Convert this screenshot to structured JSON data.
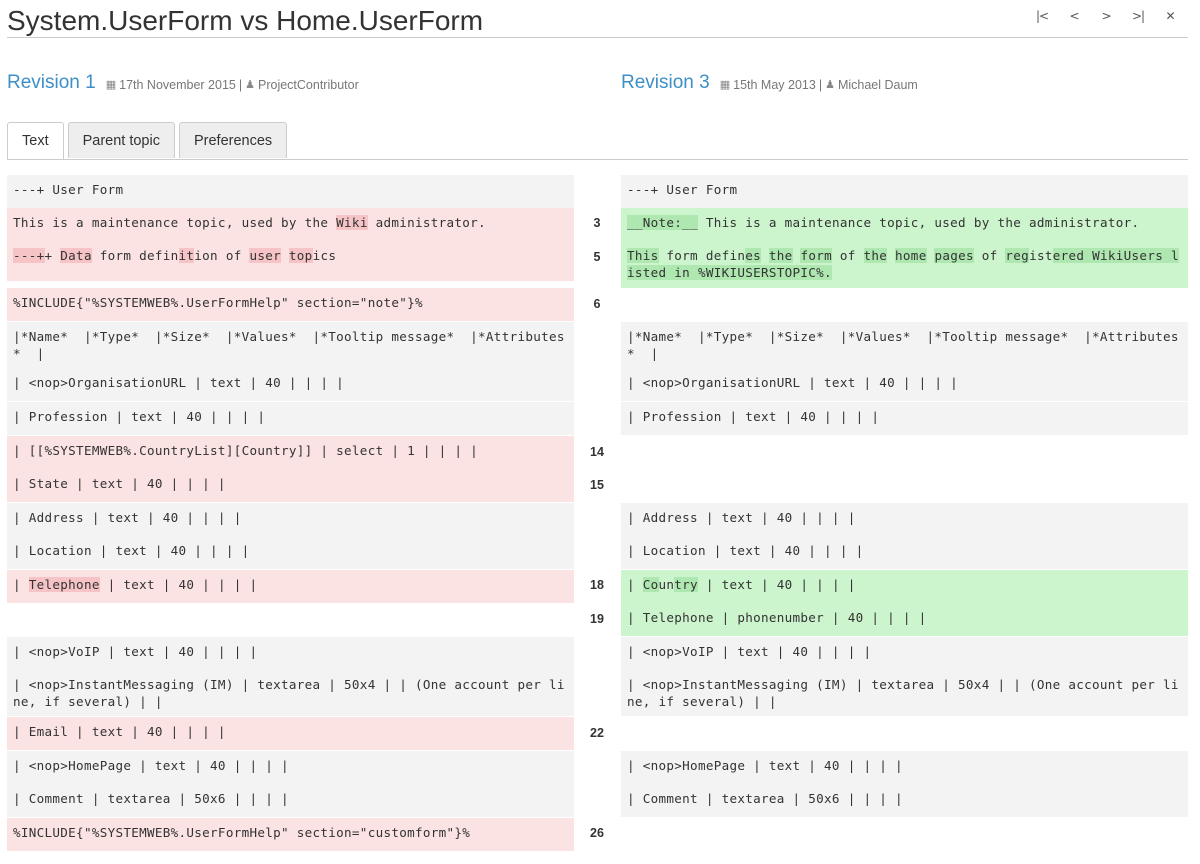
{
  "header": {
    "title": "System.UserForm vs Home.UserForm",
    "nav": [
      "|<",
      "<",
      ">",
      ">|",
      "✕"
    ]
  },
  "left_revision": {
    "label": "Revision 1",
    "date": "17th November 2015",
    "sep": "|",
    "author": "ProjectContributor"
  },
  "right_revision": {
    "label": "Revision 3",
    "date": "15th May 2013",
    "sep": "|",
    "author": "Michael Daum"
  },
  "tabs": [
    {
      "label": "Text",
      "active": true
    },
    {
      "label": "Parent topic",
      "active": false
    },
    {
      "label": "Preferences",
      "active": false
    }
  ],
  "diff": {
    "left": [
      {
        "type": "neutral",
        "parts": [
          [
            "---+ User Form",
            ""
          ]
        ]
      },
      {
        "type": "del",
        "parts": [
          [
            "This is a maintenance topic, used by the ",
            ""
          ],
          [
            "Wiki",
            "hl"
          ],
          [
            " administrator.",
            ""
          ]
        ]
      },
      {
        "type": "del",
        "parts": [
          [
            "---+",
            "hl"
          ],
          [
            "+ ",
            ""
          ],
          [
            "Data",
            "hl"
          ],
          [
            " form defin",
            ""
          ],
          [
            "it",
            "hl"
          ],
          [
            "ion of ",
            ""
          ],
          [
            "user",
            "hl"
          ],
          [
            " ",
            ""
          ],
          [
            "top",
            "hl"
          ],
          [
            "ics",
            ""
          ]
        ]
      },
      {
        "type": "del",
        "parts": [
          [
            "%INCLUDE{\"%SYSTEMWEB%.UserFormHelp\" section=\"note\"}%",
            ""
          ]
        ]
      },
      {
        "type": "neutral",
        "parts": [
          [
            "|*Name*  |*Type*  |*Size*  |*Values*  |*Tooltip message*  |*Attributes*  |",
            ""
          ]
        ]
      },
      {
        "type": "neutral",
        "parts": [
          [
            "| <nop>OrganisationURL | text | 40 | | | |",
            ""
          ]
        ]
      },
      {
        "type": "neutral",
        "parts": [
          [
            "| Profession | text | 40 | | | |",
            ""
          ]
        ]
      },
      {
        "type": "del",
        "parts": [
          [
            "| [[%SYSTEMWEB%.CountryList][Country]] | select | 1 | | | |",
            ""
          ]
        ]
      },
      {
        "type": "del",
        "parts": [
          [
            "| State | text | 40 | | | |",
            ""
          ]
        ]
      },
      {
        "type": "neutral",
        "parts": [
          [
            "| Address | text | 40 | | | |",
            ""
          ]
        ]
      },
      {
        "type": "neutral",
        "parts": [
          [
            "| Location | text | 40 | | | |",
            ""
          ]
        ]
      },
      {
        "type": "del",
        "parts": [
          [
            "| ",
            ""
          ],
          [
            "Telephone",
            "hl"
          ],
          [
            " | text | 40 | | | |",
            ""
          ]
        ]
      },
      {
        "type": "neutral",
        "parts": [
          [
            "| <nop>VoIP | text | 40 | | | |",
            ""
          ]
        ]
      },
      {
        "type": "neutral",
        "parts": [
          [
            "| <nop>InstantMessaging (IM) | textarea | 50x4 | | (One account per line, if several) | |",
            ""
          ]
        ]
      },
      {
        "type": "del",
        "parts": [
          [
            "| Email | text | 40 | | | |",
            ""
          ]
        ]
      },
      {
        "type": "neutral",
        "parts": [
          [
            "| <nop>HomePage | text | 40 | | | |",
            ""
          ]
        ]
      },
      {
        "type": "neutral",
        "parts": [
          [
            "| Comment | textarea | 50x6 | | | |",
            ""
          ]
        ]
      },
      {
        "type": "del",
        "parts": [
          [
            "%INCLUDE{\"%SYSTEMWEB%.UserFormHelp\" section=\"customform\"}%",
            ""
          ]
        ]
      }
    ],
    "right": [
      {
        "type": "neutral",
        "parts": [
          [
            "---+ User Form",
            ""
          ]
        ]
      },
      {
        "type": "add",
        "parts": [
          [
            "__Note:__",
            "hl"
          ],
          [
            " This is a maintenance topic, used by the administrator.",
            ""
          ]
        ]
      },
      {
        "type": "add",
        "parts": [
          [
            "This",
            "hl"
          ],
          [
            " form defin",
            ""
          ],
          [
            "es",
            "hl"
          ],
          [
            " ",
            ""
          ],
          [
            "the",
            "hl"
          ],
          [
            " ",
            ""
          ],
          [
            "form",
            "hl"
          ],
          [
            " of ",
            ""
          ],
          [
            "the",
            "hl"
          ],
          [
            " ",
            ""
          ],
          [
            "home",
            "hl"
          ],
          [
            " ",
            ""
          ],
          [
            "pages",
            "hl"
          ],
          [
            " of ",
            ""
          ],
          [
            "reg",
            "hl"
          ],
          [
            "ist",
            ""
          ],
          [
            "ered WikiUsers listed in %WIKIUSERSTOPIC%.",
            "hl"
          ]
        ]
      },
      {
        "type": "neutral",
        "parts": [
          [
            "|*Name*  |*Type*  |*Size*  |*Values*  |*Tooltip message*  |*Attributes*  |",
            ""
          ]
        ]
      },
      {
        "type": "neutral",
        "parts": [
          [
            "| <nop>OrganisationURL | text | 40 | | | |",
            ""
          ]
        ]
      },
      {
        "type": "neutral",
        "parts": [
          [
            "| Profession | text | 40 | | | |",
            ""
          ]
        ]
      },
      {
        "type": "neutral",
        "parts": [
          [
            "| Address | text | 40 | | | |",
            ""
          ]
        ]
      },
      {
        "type": "neutral",
        "parts": [
          [
            "| Location | text | 40 | | | |",
            ""
          ]
        ]
      },
      {
        "type": "add",
        "parts": [
          [
            "| ",
            ""
          ],
          [
            "Co",
            "hl"
          ],
          [
            "un",
            ""
          ],
          [
            "try",
            "hl"
          ],
          [
            " | text | 40 | | | |",
            ""
          ]
        ]
      },
      {
        "type": "add",
        "parts": [
          [
            "| Telephone | phonenumber | 40 | | | |",
            ""
          ]
        ]
      },
      {
        "type": "neutral",
        "parts": [
          [
            "| <nop>VoIP | text | 40 | | | |",
            ""
          ]
        ]
      },
      {
        "type": "neutral",
        "parts": [
          [
            "| <nop>InstantMessaging (IM) | textarea | 50x4 | | (One account per line, if several) | |",
            ""
          ]
        ]
      },
      {
        "type": "neutral",
        "parts": [
          [
            "| <nop>HomePage | text | 40 | | | |",
            ""
          ]
        ]
      },
      {
        "type": "neutral",
        "parts": [
          [
            "| Comment | textarea | 50x6 | | | |",
            ""
          ]
        ]
      }
    ],
    "line_numbers": [
      "3",
      "5",
      "6",
      "14",
      "15",
      "18",
      "19",
      "22",
      "26"
    ]
  }
}
